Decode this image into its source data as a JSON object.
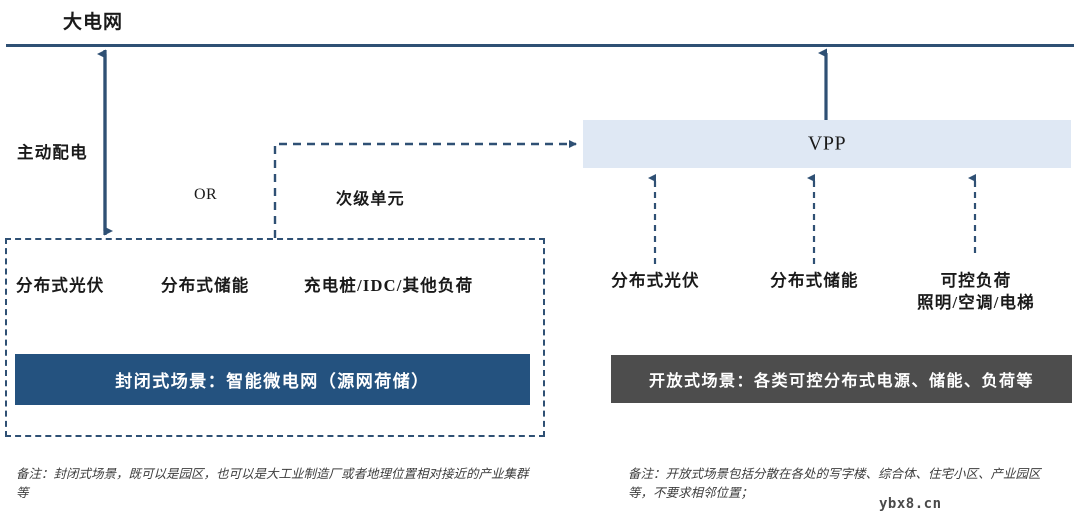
{
  "diagram": {
    "grid": {
      "title": "大电网",
      "bus_color": "#2f5074"
    },
    "vpp": {
      "label": "VPP",
      "fill_color": "#dfe8f4"
    },
    "connectors": {
      "active_distribution_label": "主动配电",
      "or_label": "OR",
      "secondary_unit_label": "次级单元"
    },
    "closed_scenario": {
      "resources": [
        {
          "label": "分布式光伏"
        },
        {
          "label": "分布式储能"
        },
        {
          "label": "充电桩/IDC/其他负荷"
        }
      ],
      "bar_label": "封闭式场景：智能微电网（源网荷储）",
      "bar_color": "#24527f",
      "border_color": "#2f5074",
      "footnote": "备注：封闭式场景，既可以是园区，也可以是大工业制造厂或者地理位置相对接近的产业集群等"
    },
    "open_scenario": {
      "resources": [
        {
          "label": "分布式光伏",
          "sublabel": ""
        },
        {
          "label": "分布式储能",
          "sublabel": ""
        },
        {
          "label": "可控负荷",
          "sublabel": "照明/空调/电梯"
        }
      ],
      "bar_label": "开放式场景：各类可控分布式电源、储能、负荷等",
      "bar_color": "#4d4d4d",
      "footnote": "备注：开放式场景包括分散在各处的写字楼、综合体、住宅小区、产业园区等，不要求相邻位置；"
    },
    "watermark": "ybx8.cn"
  }
}
